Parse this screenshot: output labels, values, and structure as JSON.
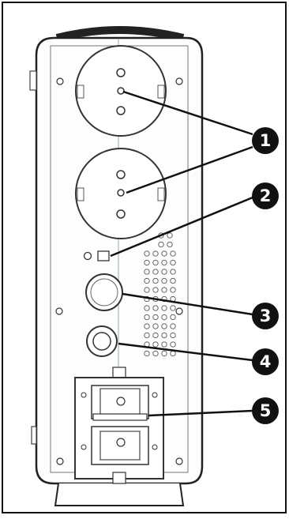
{
  "diagram": {
    "callouts": [
      {
        "number": "1",
        "target": "upper-socket"
      },
      {
        "number": "1",
        "target": "lower-socket"
      },
      {
        "number": "2",
        "target": "indicator-led"
      },
      {
        "number": "3",
        "target": "round-port"
      },
      {
        "number": "4",
        "target": "round-connector"
      },
      {
        "number": "5",
        "target": "breaker-switch"
      }
    ],
    "icons": [
      "socket-icon",
      "led-icon",
      "port-icon",
      "switch-icon",
      "vent-grille"
    ]
  }
}
